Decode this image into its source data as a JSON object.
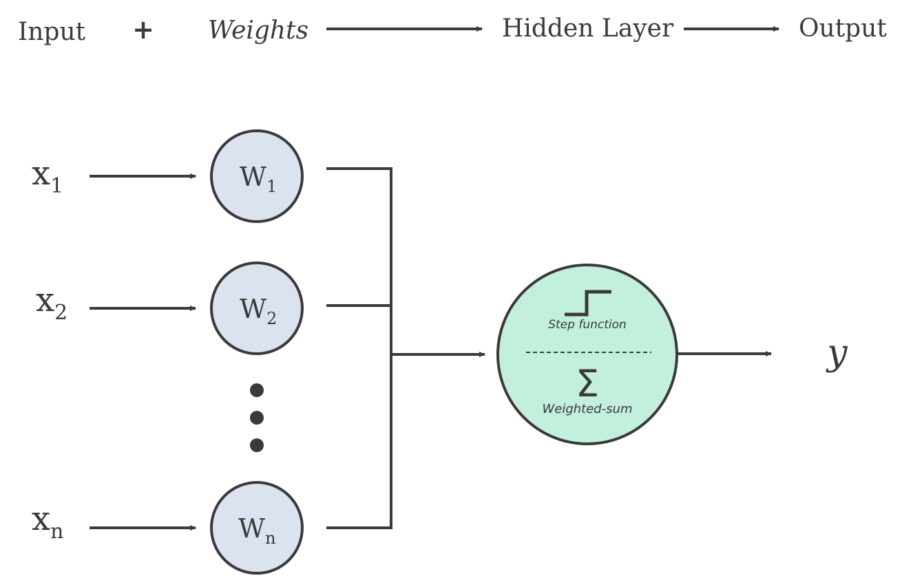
{
  "header": {
    "input_label": "Input",
    "plus_symbol": "+",
    "weights_label": "Weights",
    "hidden_layer_label": "Hidden Layer",
    "output_label": "Output"
  },
  "inputs": [
    {
      "base": "x",
      "sub": "1"
    },
    {
      "base": "x",
      "sub": "2"
    },
    {
      "base": "x",
      "sub": "n"
    }
  ],
  "weights": [
    {
      "base": "W",
      "sub": "1"
    },
    {
      "base": "W",
      "sub": "2"
    },
    {
      "base": "W",
      "sub": "n"
    }
  ],
  "neuron": {
    "step_label": "Step function",
    "sum_symbol": "Σ",
    "sum_label": "Weighted-sum"
  },
  "output_symbol": "y",
  "colors": {
    "ink": "#3a3a3a",
    "weight_fill": "#dbe2f0",
    "neuron_fill": "#c2f0dc"
  }
}
